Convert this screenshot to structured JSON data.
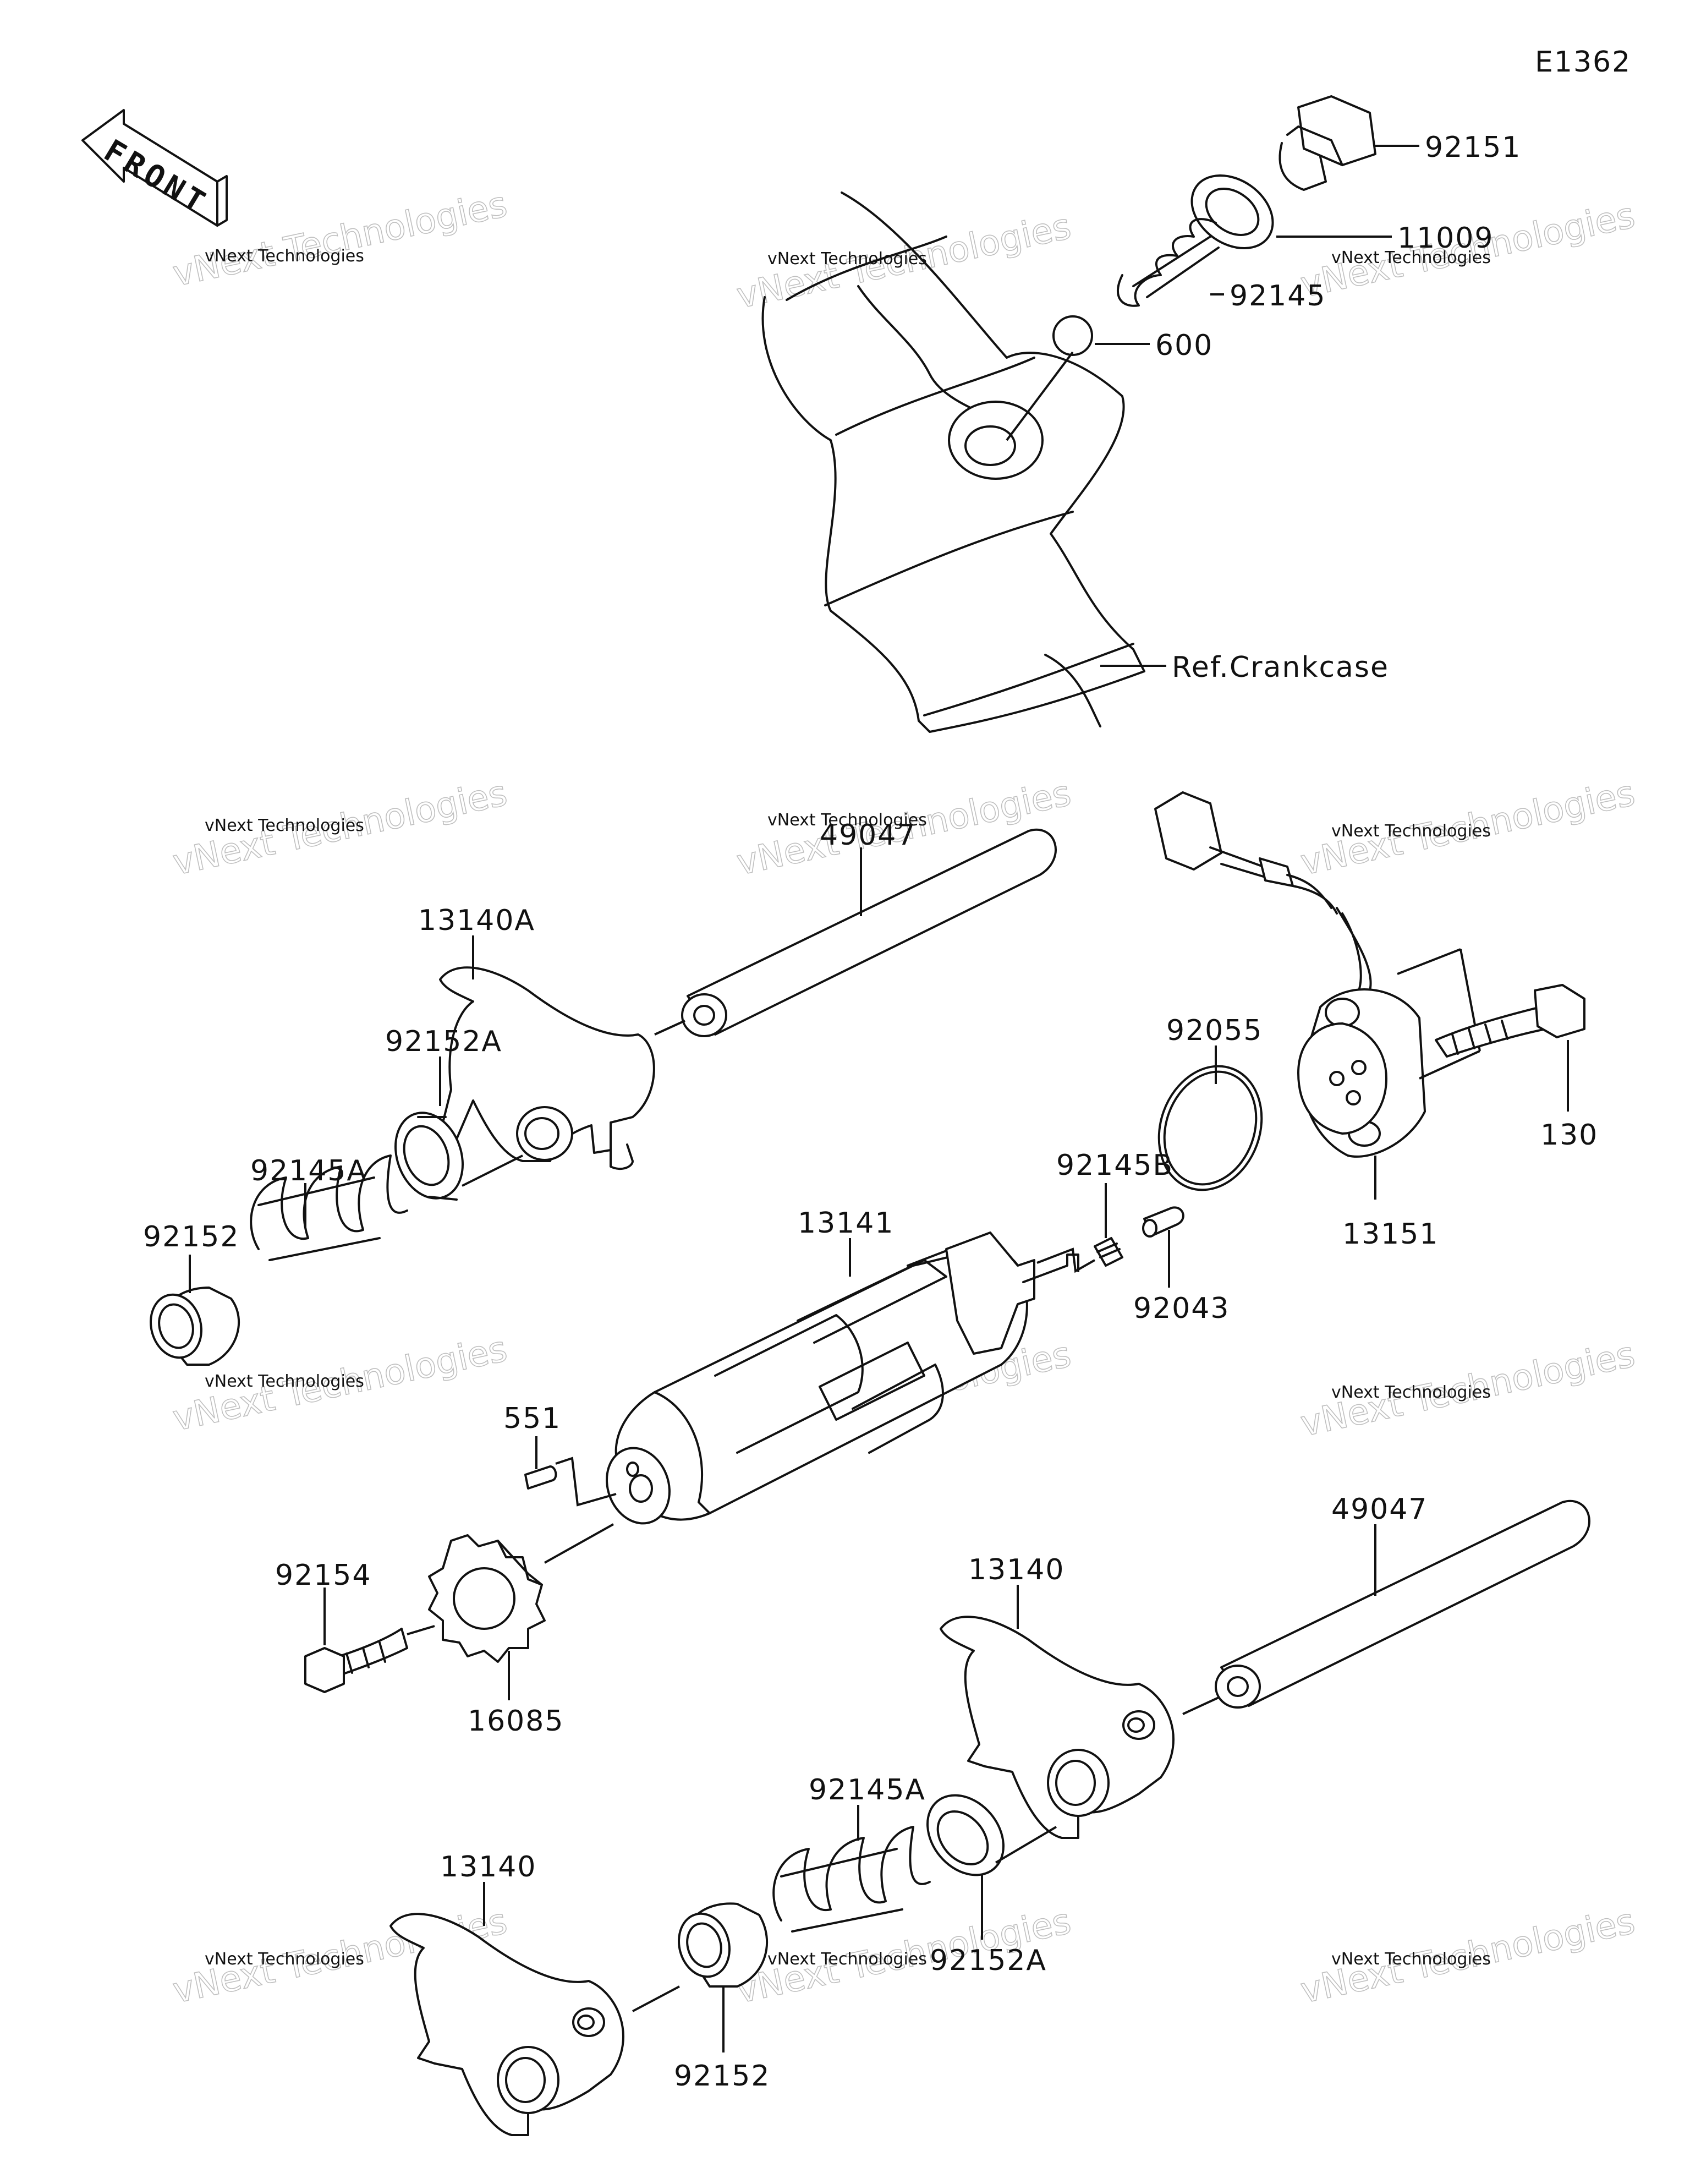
{
  "diagram": {
    "code": "E1362",
    "front_label": "FRONT",
    "labels": {
      "p92151": "92151",
      "p11009": "11009",
      "p92145": "92145",
      "p600": "600",
      "ref_crankcase": "Ref.Crankcase",
      "p49047_top": "49047",
      "p13140A": "13140A",
      "p92152A_top": "92152A",
      "p92145A_top": "92145A",
      "p92152_top": "92152",
      "p92055": "92055",
      "p130": "130",
      "p13151": "13151",
      "p92145B": "92145B",
      "p13141": "13141",
      "p92043": "92043",
      "p551": "551",
      "p49047_bot": "49047",
      "p13140_mid": "13140",
      "p92154": "92154",
      "p16085": "16085",
      "p92145A_bot": "92145A",
      "p92152A_bot": "92152A",
      "p13140_bot": "13140",
      "p92152_bot": "92152"
    },
    "watermark": {
      "line1": "vNext Technologies",
      "line2": "vNext Technologies"
    }
  }
}
